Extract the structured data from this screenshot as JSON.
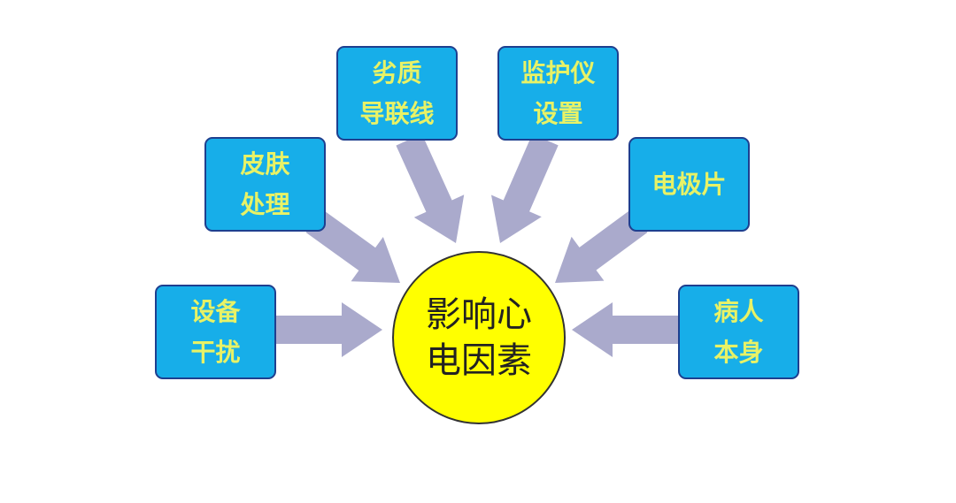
{
  "center": {
    "lines": [
      "影响心",
      "电因素"
    ]
  },
  "factors": [
    {
      "id": "device",
      "lines": [
        "设备",
        "干扰"
      ]
    },
    {
      "id": "skin",
      "lines": [
        "皮肤",
        "处理"
      ]
    },
    {
      "id": "leads",
      "lines": [
        "劣质",
        "导联线"
      ]
    },
    {
      "id": "monitor",
      "lines": [
        "监护仪",
        "设置"
      ]
    },
    {
      "id": "electrode",
      "lines": [
        "电极片"
      ]
    },
    {
      "id": "patient",
      "lines": [
        "病人",
        "本身"
      ]
    }
  ],
  "colors": {
    "box": "#17aee9",
    "box_border": "#1e3f8f",
    "box_text": "#e8f266",
    "arrow": "#aaaacc",
    "center": "#ffff00"
  }
}
